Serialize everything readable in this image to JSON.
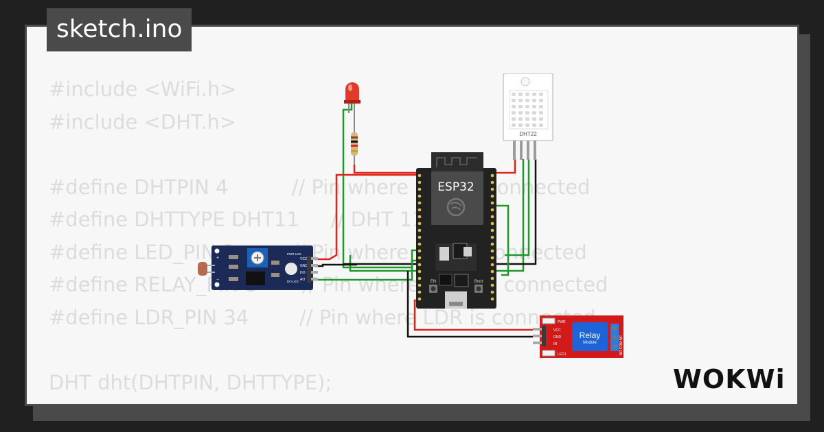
{
  "editor": {
    "filename": "sketch.ino",
    "code_lines": [
      "#include <WiFi.h>",
      "#include <DHT.h>",
      "",
      "#define DHTPIN 4          // Pin where DHT is connected",
      "#define DHTTYPE DHT11     // DHT 11",
      "#define LED_PIN 2         // Pin where LED is connected",
      "#define RELAY_PIN 5       // Pin where relay is connected",
      "#define LDR_PIN 34        // Pin where LDR is connected",
      "",
      "DHT dht(DHTPIN, DHTTYPE);"
    ]
  },
  "circuit": {
    "esp32_label": "ESP32",
    "esp32_button_en": "EN",
    "esp32_button_boot": "Boot",
    "dht_label": "DHT22",
    "ldr_pins": [
      "VCC",
      "GND",
      "DO",
      "AO"
    ],
    "ldr_led_labels": [
      "PWR LED",
      "DO LED"
    ],
    "relay_title": "Relay",
    "relay_subtitle": "Module",
    "relay_pins": [
      "VCC",
      "GND",
      "IN"
    ],
    "relay_led_labels": [
      "PWR",
      "LED1"
    ],
    "relay_terminals": "NO COM NC",
    "wire_colors": {
      "power": "#e0241b",
      "ground": "#111111",
      "signal": "#1f9a2a"
    }
  },
  "brand": {
    "logo_text": "WOKWi"
  }
}
